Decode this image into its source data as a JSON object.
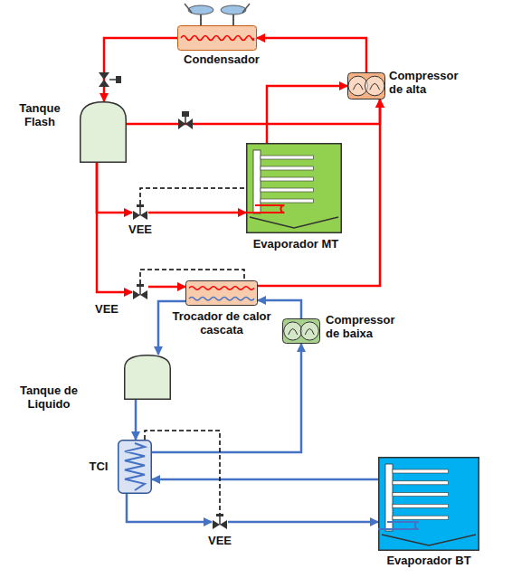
{
  "diagram": {
    "nodes": [
      {
        "text": [
          "Condensador"
        ]
      },
      {
        "text": [
          "Compressor de alta"
        ]
      },
      {
        "text": [
          "Tanque Flash"
        ]
      },
      {
        "text": [
          "Evaporador MT"
        ]
      },
      {
        "text": [
          "VEE"
        ]
      },
      {
        "text": [
          "Trocador de calor cascata"
        ]
      },
      {
        "text": [
          "VEE"
        ]
      },
      {
        "text": [
          "Compressor de baixa"
        ]
      },
      {
        "text": [
          "Tanque de Liquido"
        ]
      },
      {
        "text": [
          "TCI"
        ]
      },
      {
        "text": [
          "VEE"
        ]
      },
      {
        "text": [
          "Evaporador BT"
        ]
      }
    ],
    "edges": [
      {
        "from": 1,
        "to": 0,
        "arrow": "to"
      },
      {
        "from": 0,
        "to": 2,
        "arrow": "to"
      },
      {
        "from": 2,
        "to": 1,
        "arrow": "to"
      },
      {
        "from": 2,
        "to": 4,
        "arrow": "to"
      },
      {
        "from": 4,
        "to": 3,
        "arrow": "to"
      },
      {
        "from": 3,
        "to": 1,
        "arrow": "to"
      },
      {
        "from": 2,
        "to": 6,
        "arrow": "to"
      },
      {
        "from": 6,
        "to": 5,
        "arrow": "to"
      },
      {
        "from": 5,
        "to": 1,
        "arrow": "to"
      },
      {
        "from": 7,
        "to": 5,
        "arrow": "to"
      },
      {
        "from": 5,
        "to": 8,
        "arrow": "to"
      },
      {
        "from": 8,
        "to": 9,
        "arrow": "to"
      },
      {
        "from": 9,
        "to": 10,
        "arrow": "to"
      },
      {
        "from": 10,
        "to": 11,
        "arrow": "to"
      },
      {
        "from": 11,
        "to": 9,
        "arrow": "to"
      },
      {
        "from": 9,
        "to": 7,
        "arrow": "to"
      }
    ]
  }
}
